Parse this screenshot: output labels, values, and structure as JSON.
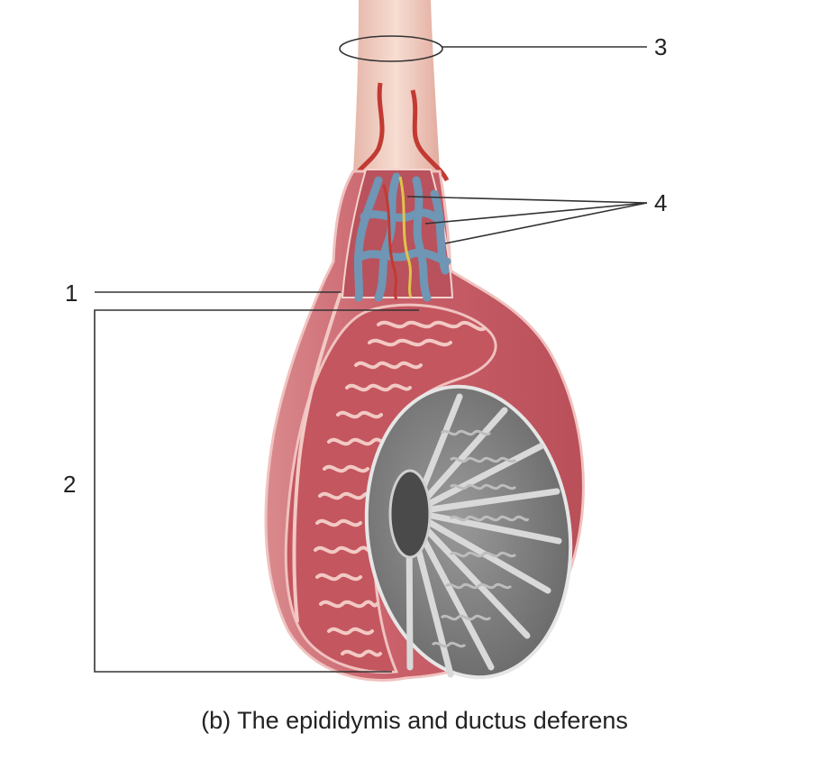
{
  "caption": "(b) The epididymis and ductus deferens",
  "labels": {
    "l1": "1",
    "l2": "2",
    "l3": "3",
    "l4": "4"
  },
  "colors": {
    "tissue": "#c9606a",
    "tissue_dark": "#a8424c",
    "tissue_light": "#e8a4a6",
    "tubule": "#f2c9c4",
    "testis_gray": "#7c7c7c",
    "testis_light": "#d9d9d9",
    "vein": "#6f96b4",
    "artery": "#c23a33",
    "nerve": "#e0c34a",
    "cord": "#f2d0c3",
    "leader": "#333333"
  }
}
